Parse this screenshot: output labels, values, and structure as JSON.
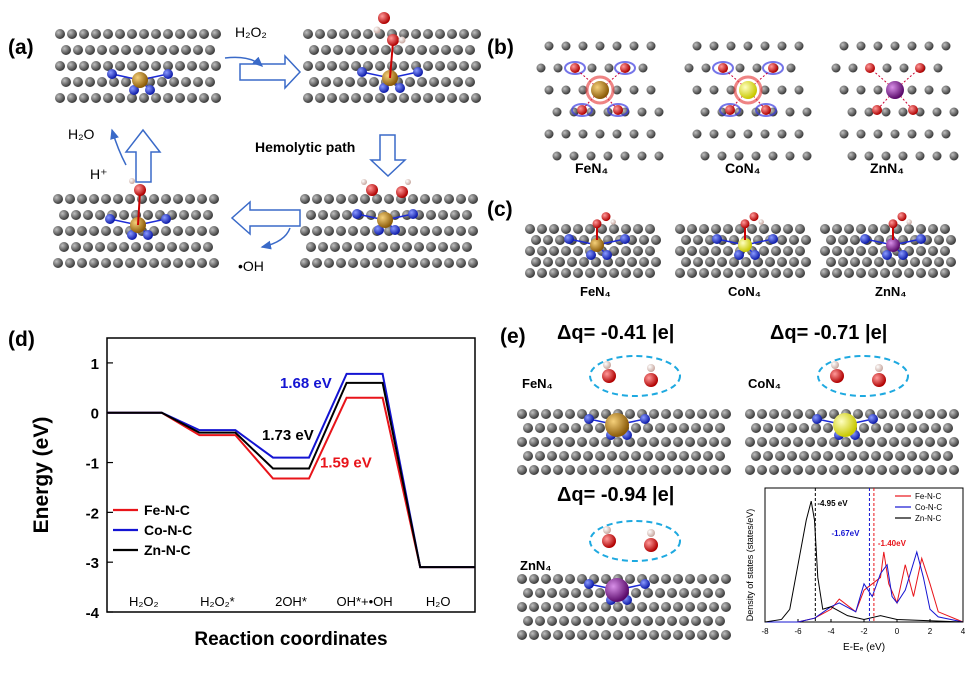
{
  "panels": {
    "a": {
      "label": "(a)",
      "h2o2": "H₂O₂",
      "hemolytic": "Hemolytic path",
      "h2o": "H₂O",
      "hplus": "H⁺",
      "oh": "•OH"
    },
    "b": {
      "label": "(b)",
      "structures": [
        "FeN₄",
        "CoN₄",
        "ZnN₄"
      ]
    },
    "c": {
      "label": "(c)",
      "structures": [
        "FeN₄",
        "CoN₄",
        "ZnN₄"
      ]
    },
    "d": {
      "label": "(d)"
    },
    "e": {
      "label": "(e)",
      "fe": {
        "name": "FeN₄",
        "dq": "Δq= -0.41 |e|"
      },
      "co": {
        "name": "CoN₄",
        "dq": "Δq= -0.71 |e|"
      },
      "zn": {
        "name": "ZnN₄",
        "dq": "Δq= -0.94 |e|"
      }
    }
  },
  "colors": {
    "fe": "#e8141a",
    "co": "#1414d2",
    "zn": "#000000",
    "carbon": "#555555",
    "nitrogen": "#1c2bd6",
    "oxygen": "#e01010",
    "hydrogen": "#e6c8c0",
    "fe_atom": "#b8801e",
    "co_atom": "#e6e61e",
    "zn_atom": "#7a1a8a",
    "dash": "#1ea9e0"
  },
  "chart_data": [
    {
      "type": "line",
      "panel": "(d)",
      "xlabel": "Reaction coordinates",
      "ylabel": "Energy (eV)",
      "ylim": [
        -4,
        1.5
      ],
      "yticks": [
        -4,
        -3,
        -2,
        -1,
        0,
        1
      ],
      "categories": [
        "H₂O₂",
        "H₂O₂*",
        "2OH*",
        "OH*+•OH",
        "H₂O"
      ],
      "series": [
        {
          "name": "Fe-N-C",
          "values": [
            0,
            -0.45,
            -1.32,
            0.3,
            -3.1
          ]
        },
        {
          "name": "Co-N-C",
          "values": [
            0,
            -0.35,
            -0.9,
            0.78,
            -3.1
          ]
        },
        {
          "name": "Zn-N-C",
          "values": [
            0,
            -0.4,
            -1.12,
            0.6,
            -3.1
          ]
        }
      ],
      "annotations": [
        {
          "text": "1.68 eV",
          "series": "Co-N-C"
        },
        {
          "text": "1.73 eV",
          "series": "Zn-N-C"
        },
        {
          "text": "1.59 eV",
          "series": "Fe-N-C"
        }
      ],
      "legend": "bottom-left"
    },
    {
      "type": "line",
      "panel": "(e) inset",
      "xlabel": "E-Eₑ (eV)",
      "ylabel": "Density of states (states/eV)",
      "xlim": [
        -8,
        4
      ],
      "xticks": [
        -8,
        -6,
        -4,
        -2,
        0,
        2,
        4
      ],
      "series": [
        {
          "name": "Fe-N-C",
          "x": [
            -8,
            -6,
            -5,
            -4,
            -3.5,
            -2.5,
            -2,
            -1.5,
            -1,
            -0.8,
            -0.5,
            0,
            0.5,
            1,
            1.5,
            2,
            2.5,
            4
          ],
          "values": [
            0,
            0,
            0.03,
            0.1,
            0.18,
            0.08,
            0.25,
            0.3,
            0.35,
            0.55,
            0.3,
            0.15,
            0.45,
            0.2,
            0.5,
            0.3,
            0.08,
            0
          ]
        },
        {
          "name": "Co-N-C",
          "x": [
            -8,
            -6,
            -5,
            -4,
            -3.5,
            -2.5,
            -2,
            -1.5,
            -1,
            -0.6,
            -0.3,
            0,
            0.5,
            1.2,
            1.6,
            2,
            2.5,
            4
          ],
          "values": [
            0,
            0,
            0.03,
            0.12,
            0.15,
            0.08,
            0.3,
            0.2,
            0.38,
            0.45,
            0.2,
            0.15,
            0.25,
            0.55,
            0.35,
            0.1,
            0.04,
            0
          ]
        },
        {
          "name": "Zn-N-C",
          "x": [
            -8,
            -7,
            -6.5,
            -6,
            -5.5,
            -5.2,
            -5,
            -4.8,
            -4.5,
            -4,
            -3,
            -2,
            -1,
            0,
            4
          ],
          "values": [
            0,
            0.02,
            0.1,
            0.45,
            0.8,
            0.95,
            0.8,
            0.35,
            0.1,
            0.12,
            0.05,
            0.02,
            0.05,
            0.02,
            0
          ]
        }
      ],
      "annotations": [
        {
          "text": "-4.95 eV",
          "x": -4.95,
          "series": "Zn-N-C"
        },
        {
          "text": "-1.67eV",
          "x": -1.67,
          "series": "Co-N-C"
        },
        {
          "text": "-1.40eV",
          "x": -1.4,
          "series": "Fe-N-C"
        }
      ],
      "legend": "top-right"
    }
  ]
}
